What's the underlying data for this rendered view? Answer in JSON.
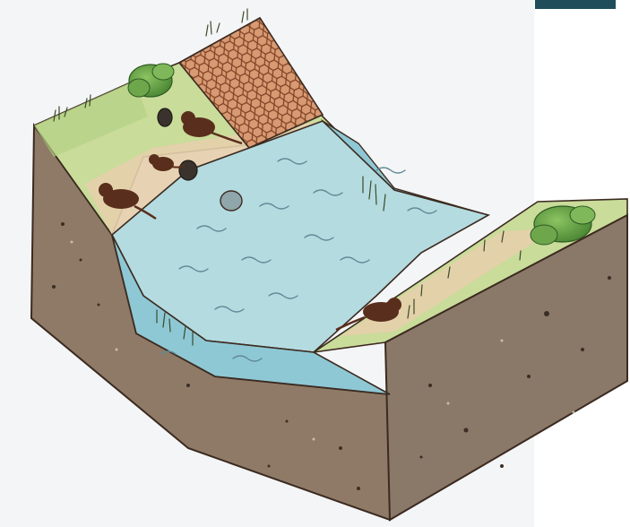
{
  "diagram": {
    "kind": "river-bank-cross-section",
    "colors": {
      "background": "#f4f5f6",
      "panel": "#ffffff",
      "accent_tab": "#1f4e5a",
      "soil": "#8e7a66",
      "soil_dark": "#6d5c4c",
      "soil_right": "#8a7868",
      "grass_light": "#c9dc9a",
      "grass_mid": "#a9c97a",
      "sand": "#e6cfac",
      "water": "#b4dbe0",
      "water_bank": "#8ec8d4",
      "ripple": "#5f8a96",
      "animal": "#5a2e1c",
      "bush": "#6ea64c",
      "netting": "#c07a52",
      "outline": "#3b2a20"
    },
    "elements": [
      "left-bank",
      "right-bank",
      "river-channel",
      "protective-netting",
      "burrow-holes",
      "bushes",
      "water-voles",
      "reeds"
    ]
  }
}
